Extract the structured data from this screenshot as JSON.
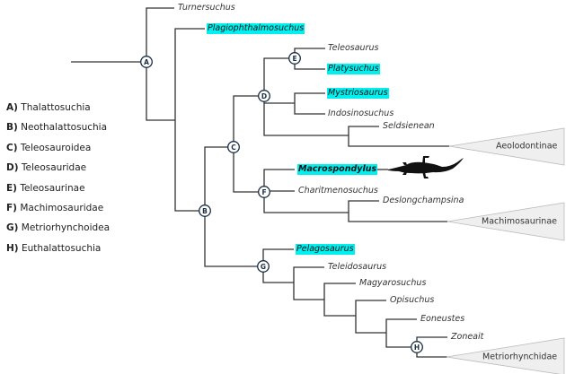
{
  "legend": [
    {
      "key": "A)",
      "name": "Thalattosuchia"
    },
    {
      "key": "B)",
      "name": "Neothalattosuchia"
    },
    {
      "key": "C)",
      "name": "Teleosauroidea"
    },
    {
      "key": "D)",
      "name": "Teleosauridae"
    },
    {
      "key": "E)",
      "name": "Teleosaurinae"
    },
    {
      "key": "F)",
      "name": "Machimosauridae"
    },
    {
      "key": "G)",
      "name": "Metriorhynchoidea"
    },
    {
      "key": "H)",
      "name": "Euthalattosuchia"
    }
  ],
  "nodes": {
    "A": "A",
    "B": "B",
    "C": "C",
    "D": "D",
    "E": "E",
    "F": "F",
    "G": "G",
    "H": "H"
  },
  "taxa": {
    "turnersuchus": {
      "name": "Turnersuchus",
      "highlighted": false
    },
    "plagiophthalmosuchus": {
      "name": "Plagiophthalmosuchus",
      "highlighted": true
    },
    "teleosaurus": {
      "name": "Teleosaurus",
      "highlighted": false
    },
    "platysuchus": {
      "name": "Platysuchus",
      "highlighted": true
    },
    "mystriosaurus": {
      "name": "Mystriosaurus",
      "highlighted": true
    },
    "indosinosuchus": {
      "name": "Indosinosuchus",
      "highlighted": false
    },
    "seldsienean": {
      "name": "Seldsienean",
      "highlighted": false
    },
    "macrospondylus": {
      "name": "Macrospondylus",
      "highlighted": true,
      "bold": true
    },
    "charitmenosuchus": {
      "name": "Charitmenosuchus",
      "highlighted": false
    },
    "deslongchampsina": {
      "name": "Deslongchampsina",
      "highlighted": false
    },
    "pelagosaurus": {
      "name": "Pelagosaurus",
      "highlighted": true
    },
    "teleidosaurus": {
      "name": "Teleidosaurus",
      "highlighted": false
    },
    "magyarosuchus": {
      "name": "Magyarosuchus",
      "highlighted": false
    },
    "opisuchus": {
      "name": "Opisuchus",
      "highlighted": false
    },
    "eoneustes": {
      "name": "Eoneustes",
      "highlighted": false
    },
    "zoneait": {
      "name": "Zoneait",
      "highlighted": false
    }
  },
  "collapsed_clades": {
    "aeolodontinae": "Aeolodontinae",
    "machimosaurinae": "Machimosaurinae",
    "metriorhynchidae": "Metriorhynchidae"
  },
  "colors": {
    "highlight": "#00f0f0",
    "branch": "#333333",
    "node_ring": "#1a2e44",
    "clade_fill": "#efefef"
  },
  "silhouette": "crocodyliform-silhouette"
}
